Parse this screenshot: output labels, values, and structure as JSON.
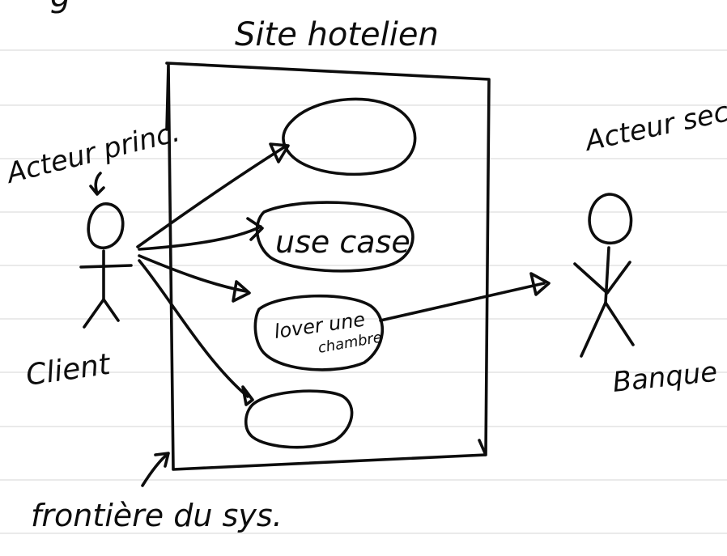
{
  "colors": {
    "ink": "#0d0d0d",
    "paper": "#ffffff",
    "ruled_line": "#d6d6d6"
  },
  "diagram": {
    "system_title": "Site hotelien",
    "primary_actor_label": "Acteur princ.",
    "primary_actor_name": "Client",
    "secondary_actor_label": "Acteur sec.",
    "secondary_actor_name": "Banque",
    "boundary_label": "frontière du sys.",
    "use_cases": [
      {
        "label": ""
      },
      {
        "label": "use case"
      },
      {
        "label_line1": "lover une",
        "label_line2": "chambre"
      },
      {
        "label": ""
      }
    ],
    "top_left_glyph": "g"
  }
}
